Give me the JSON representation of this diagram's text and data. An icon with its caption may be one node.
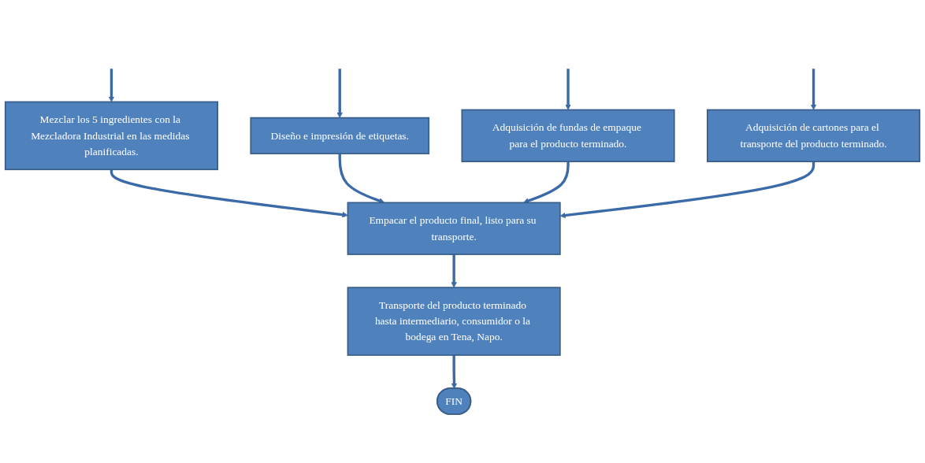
{
  "diagram": {
    "nodes": [
      {
        "text": [
          "Diseño e impresión de etiquetas."
        ]
      },
      {
        "text": [
          "Adquisición de fundas de empaque para el producto terminado."
        ]
      },
      {
        "text": [
          "Adquisición de cartones para el transporte del producto terminado."
        ]
      },
      {
        "text": [
          "Mezclar los 5 ingredientes con la Mezcladora Industrial en las medidas planificadas."
        ]
      },
      {
        "text": [
          "Empacar el producto final, listo para su transporte."
        ]
      },
      {
        "text": [
          "Transporte del producto terminado hasta intermediario, consumidor o la bodega en Tena, Napo."
        ]
      },
      {
        "text": [
          "FIN"
        ]
      }
    ],
    "edges": [
      {
        "from": null,
        "to": 0,
        "arrow": "to"
      },
      {
        "from": null,
        "to": 1,
        "arrow": "to"
      },
      {
        "from": null,
        "to": 2,
        "arrow": "to"
      },
      {
        "from": null,
        "to": 3,
        "arrow": "to"
      },
      {
        "from": 3,
        "to": 4,
        "arrow": "to"
      },
      {
        "from": 0,
        "to": 4,
        "arrow": "to"
      },
      {
        "from": 1,
        "to": 4,
        "arrow": "to"
      },
      {
        "from": 2,
        "to": 4,
        "arrow": "to"
      },
      {
        "from": 4,
        "to": 5,
        "arrow": "to"
      },
      {
        "from": 5,
        "to": 6,
        "arrow": "to"
      }
    ]
  }
}
